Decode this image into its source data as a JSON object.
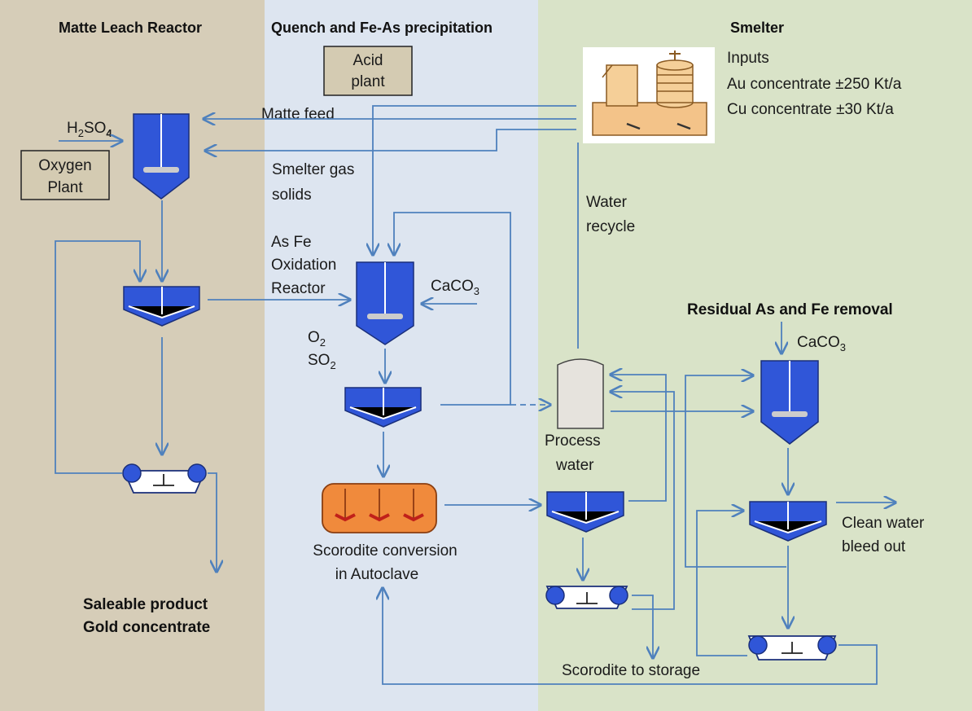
{
  "sections": [
    {
      "title": "Matte Leach Reactor",
      "color": "#d6cdb8"
    },
    {
      "title": "Quench and  Fe-As precipitation",
      "color": "#dde5f0"
    },
    {
      "title": "Smelter",
      "color": "#d9e3c8"
    }
  ],
  "boxes": {
    "acid_plant": [
      "Acid",
      "plant"
    ],
    "oxygen_plant": [
      "Oxygen",
      "Plant"
    ]
  },
  "smelter": {
    "inputs_title": "Inputs",
    "au_line": "Au concentrate ±250 Kt/a",
    "cu_line": "Cu concentrate ±30 Kt/a"
  },
  "labels": {
    "h2so4": {
      "base": "H",
      "sub1": "2",
      "mid": "SO",
      "sub2": "4"
    },
    "matte_feed": "Matte feed",
    "smelter_gas": [
      "Smelter gas",
      "solids"
    ],
    "water_recycle": [
      "Water",
      "recycle"
    ],
    "oxidation_reactor": [
      "As Fe",
      "Oxidation",
      "Reactor"
    ],
    "caco3_1": {
      "base": "CaCO",
      "sub": "3"
    },
    "o2": {
      "base": "O",
      "sub": "2"
    },
    "so2": {
      "base": "SO",
      "sub": "2"
    },
    "residual_title": "Residual As and Fe removal",
    "caco3_2": {
      "base": "CaCO",
      "sub": "3"
    },
    "process_water": [
      "Process",
      "water"
    ],
    "scorodite_conversion": [
      "Scorodite conversion",
      "in Autoclave"
    ],
    "clean_water": [
      "Clean water",
      "bleed out"
    ],
    "saleable": [
      "Saleable product",
      "Gold concentrate"
    ],
    "scorodite_storage": "Scorodite to storage"
  },
  "icons": {
    "smelter_furnace": "smelter-furnace-icon",
    "reactor_tank": "agitated-reactor-icon",
    "thickener": "thickener-icon",
    "belt_filter": "belt-filter-icon",
    "autoclave": "autoclave-icon",
    "process_water_tank": "storage-tank-icon"
  },
  "colors": {
    "vessel": "#3056d8",
    "flow": "#4f81bd",
    "autoclave": "#f08a3c"
  }
}
